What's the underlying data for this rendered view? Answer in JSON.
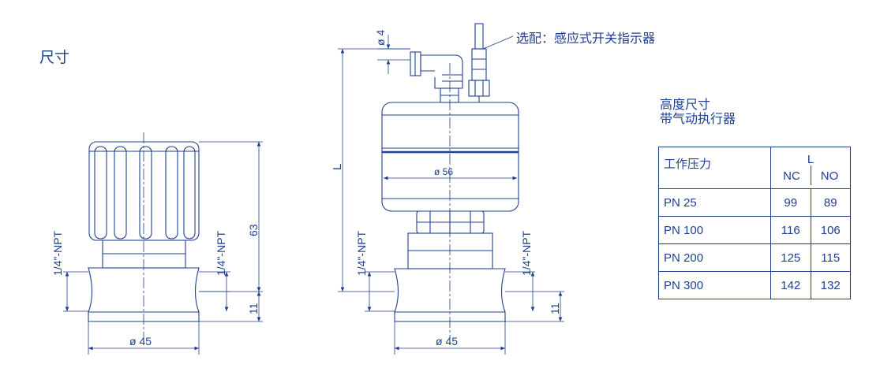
{
  "page_title": "尺寸",
  "labels": {
    "npt": "1/4\"-NPT",
    "dim_63": "63",
    "dim_11": "11",
    "dia_45": "ø 45",
    "dia_56": "ø 56",
    "dia_4": "ø 4",
    "length_L": "L",
    "option_note": "选配：感应式开关指示器"
  },
  "table": {
    "title_line1": "高度尺寸",
    "title_line2": "带气动执行器",
    "col_pressure": "工作压力",
    "col_L": "L",
    "col_nc": "NC",
    "col_no": "NO",
    "rows": [
      {
        "pressure": "PN 25",
        "nc": "99",
        "no": "89"
      },
      {
        "pressure": "PN 100",
        "nc": "116",
        "no": "106"
      },
      {
        "pressure": "PN 200",
        "nc": "125",
        "no": "115"
      },
      {
        "pressure": "PN 300",
        "nc": "142",
        "no": "132"
      }
    ]
  },
  "colors": {
    "line": "#1f3f8f",
    "text": "#1f3f8f"
  }
}
